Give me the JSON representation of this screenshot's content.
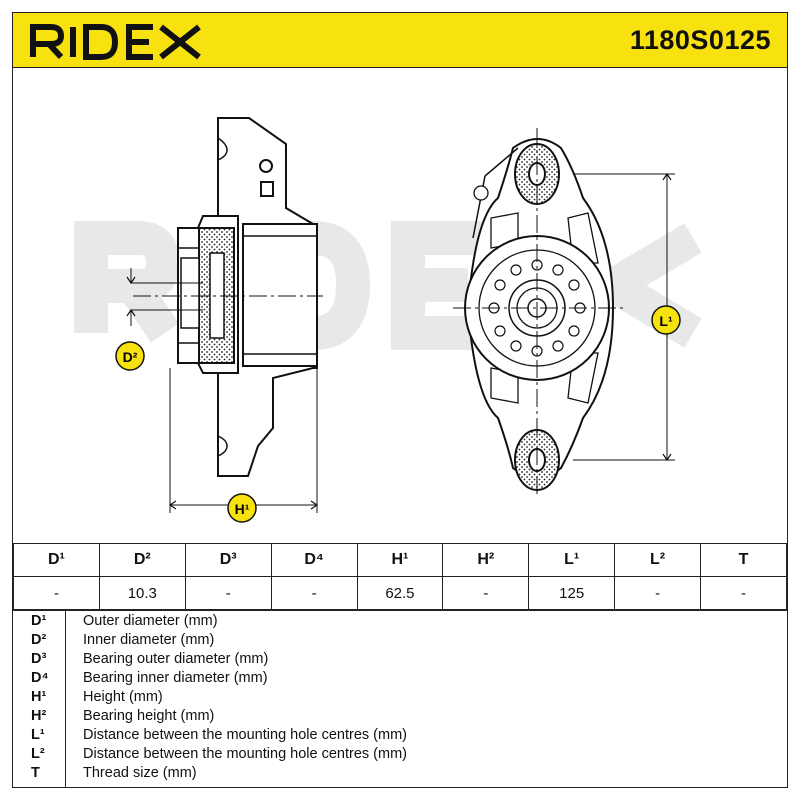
{
  "header": {
    "brand": "RIDEX",
    "part_number": "1180S0125",
    "accent_color": "#f7e10e"
  },
  "drawing": {
    "watermark": "RIDEX",
    "labels": {
      "d2": "D²",
      "h1": "H¹",
      "l1": "L¹"
    }
  },
  "spec_table": {
    "headers": [
      "D¹",
      "D²",
      "D³",
      "D⁴",
      "H¹",
      "H²",
      "L¹",
      "L²",
      "T"
    ],
    "values": [
      "-",
      "10.3",
      "-",
      "-",
      "62.5",
      "-",
      "125",
      "-",
      "-"
    ]
  },
  "legend": [
    {
      "code": "D¹",
      "desc": "Outer diameter (mm)"
    },
    {
      "code": "D²",
      "desc": "Inner diameter (mm)"
    },
    {
      "code": "D³",
      "desc": "Bearing outer diameter (mm)"
    },
    {
      "code": "D⁴",
      "desc": "Bearing inner diameter (mm)"
    },
    {
      "code": "H¹",
      "desc": "Height (mm)"
    },
    {
      "code": "H²",
      "desc": "Bearing height (mm)"
    },
    {
      "code": "L¹",
      "desc": "Distance between the mounting hole centres (mm)"
    },
    {
      "code": "L²",
      "desc": "Distance between the mounting hole centres (mm)"
    },
    {
      "code": "T",
      "desc": "Thread size (mm)"
    }
  ]
}
